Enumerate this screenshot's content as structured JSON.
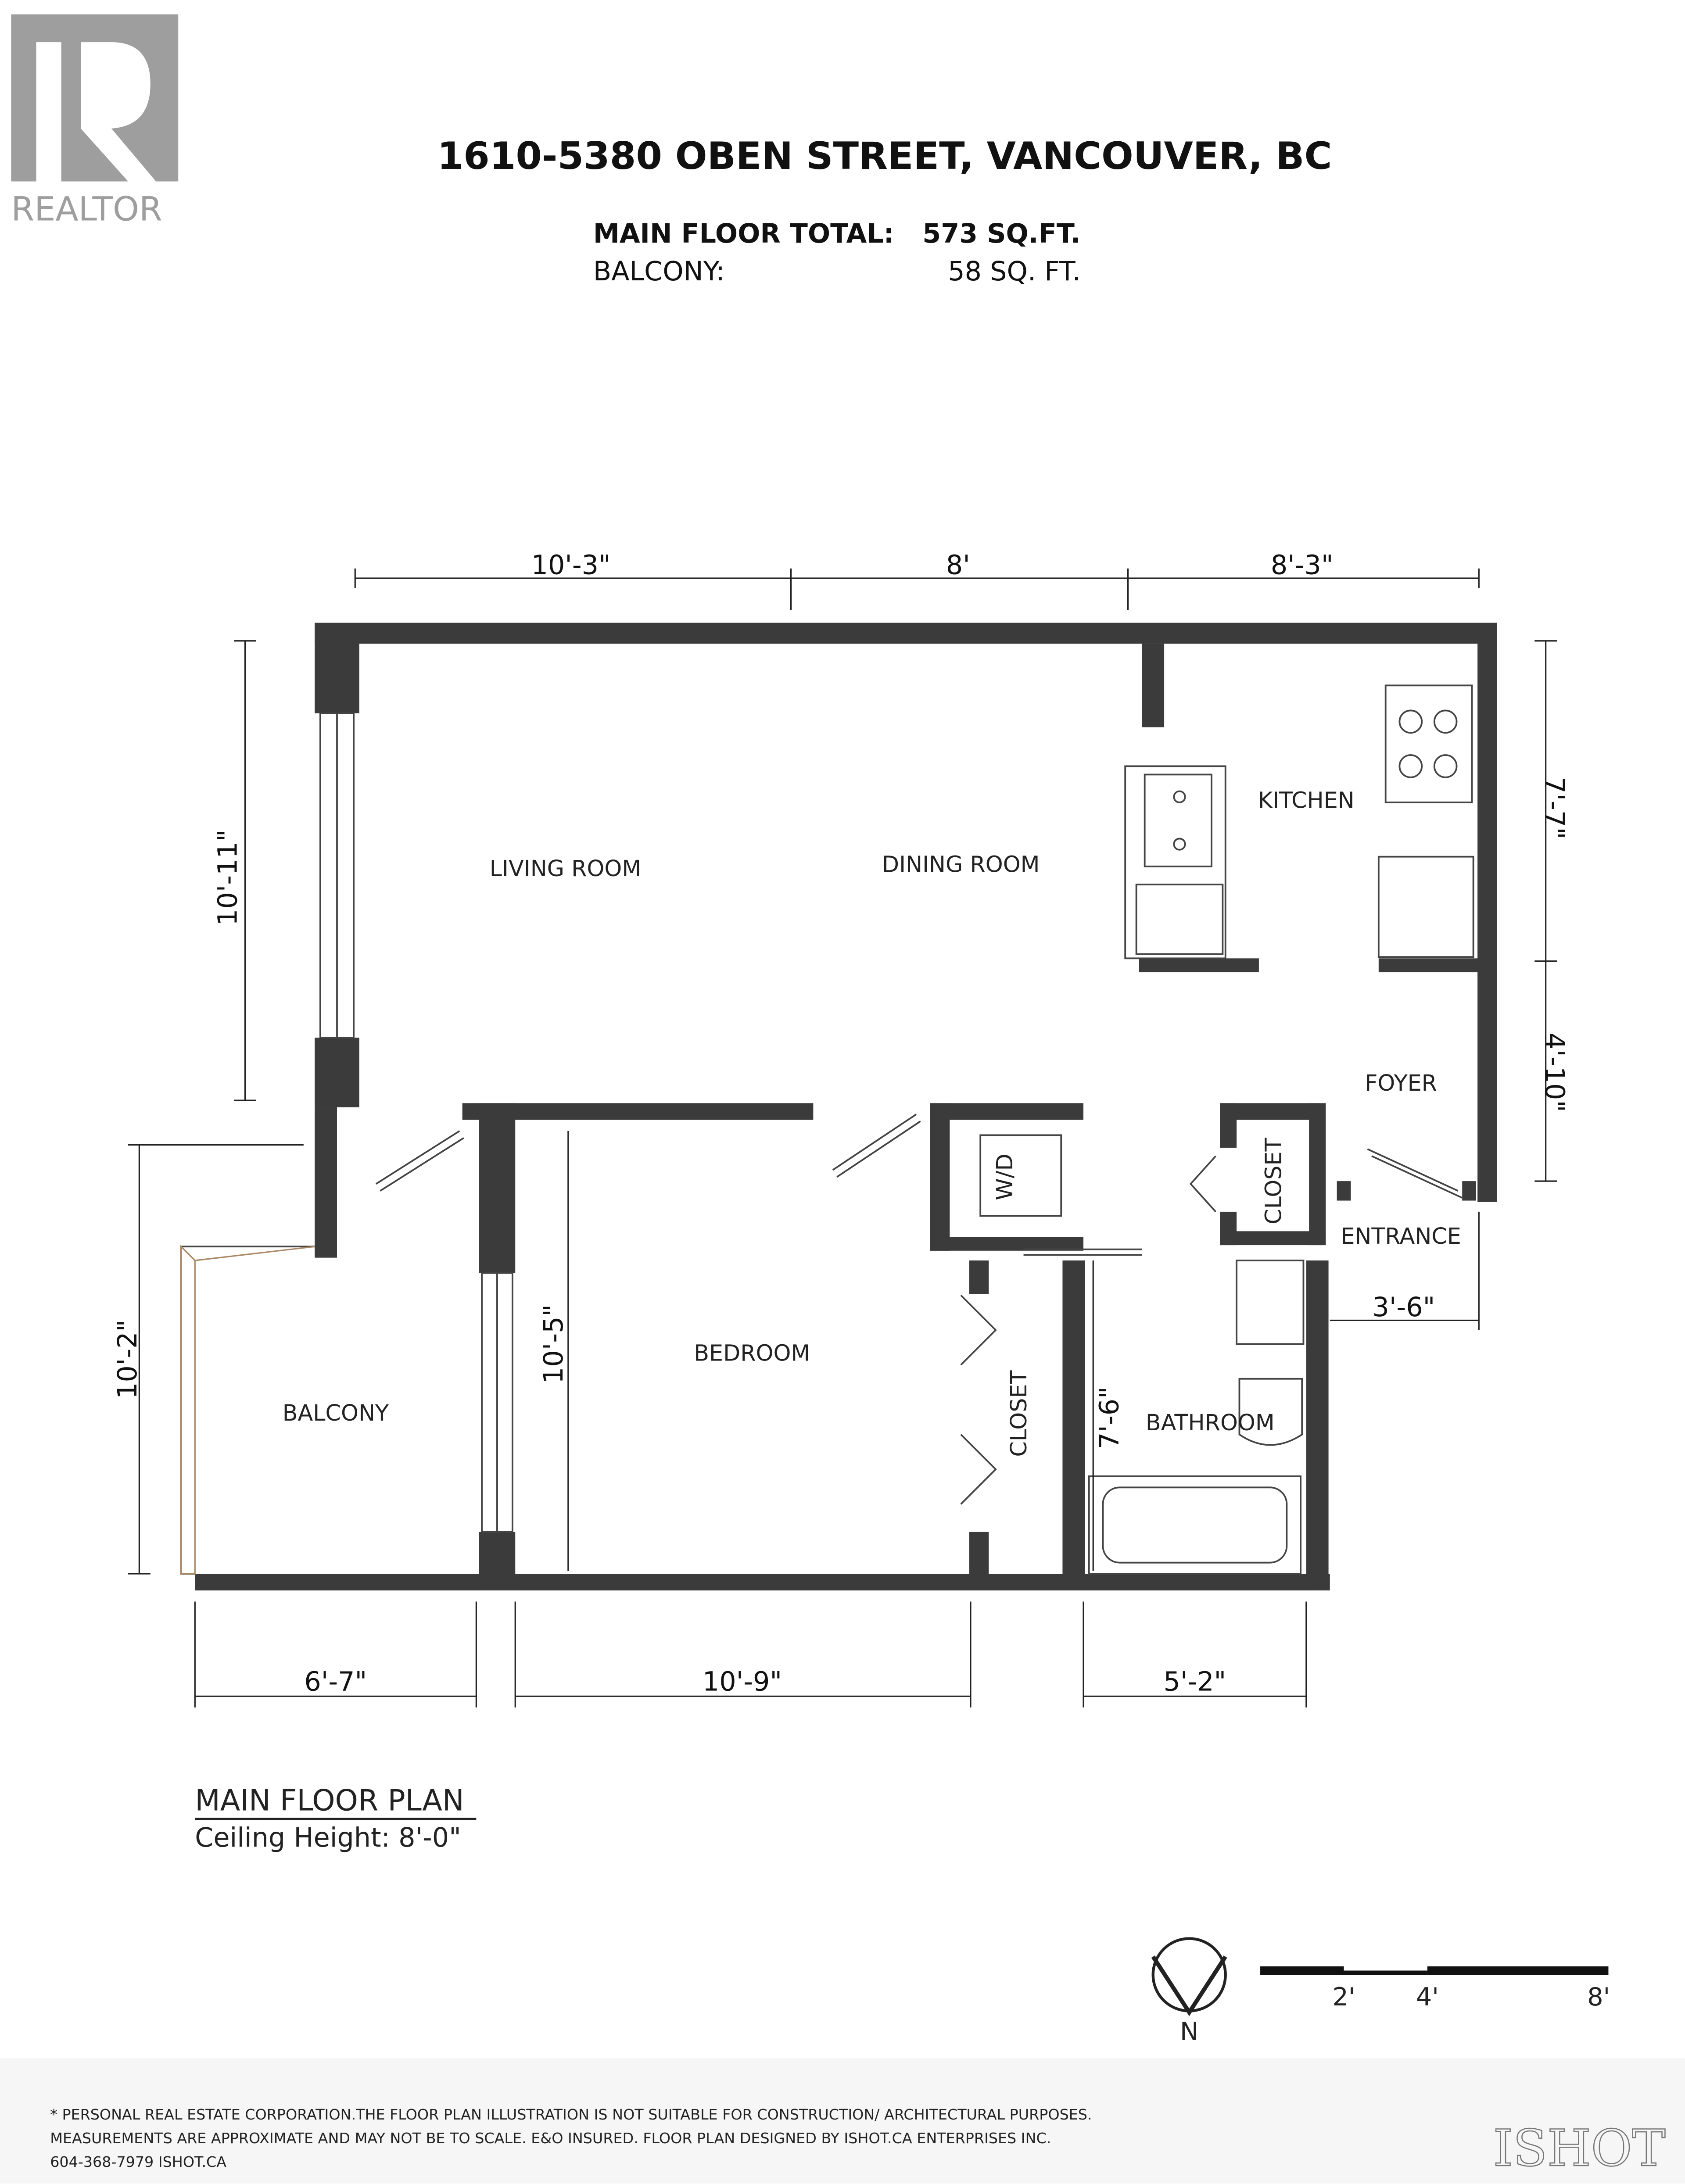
{
  "logo": {
    "brand": "REALTOR",
    "mark": "R",
    "color": "#9e9e9e"
  },
  "header": {
    "address": "1610-5380 OBEN STREET, VANCOUVER, BC",
    "rows": [
      {
        "label": "MAIN FLOOR TOTAL:",
        "value": "573 SQ.FT."
      },
      {
        "label": "BALCONY:",
        "value": "58 SQ. FT."
      }
    ]
  },
  "rooms": {
    "living": "LIVING ROOM",
    "dining": "DINING ROOM",
    "kitchen": "KITCHEN",
    "foyer": "FOYER",
    "entrance": "ENTRANCE",
    "closet_entry": "CLOSET",
    "wd": "W/D",
    "bedroom": "BEDROOM",
    "closet_bed": "CLOSET",
    "bathroom": "BATHROOM",
    "balcony": "BALCONY"
  },
  "dimensions": {
    "top_living": "10'-3\"",
    "top_dining": "8'",
    "top_kitchen": "8'-3\"",
    "left_living": "10'-11\"",
    "right_kitchen": "7'-7\"",
    "right_foyer": "4'-10\"",
    "entrance_width": "3'-6\"",
    "left_balcony": "10'-2\"",
    "bedroom_height": "10'-5\"",
    "bathroom_height": "7'-6\"",
    "bottom_balcony": "6'-7\"",
    "bottom_bedroom": "10'-9\"",
    "bottom_bathroom": "5'-2\""
  },
  "plan_caption": {
    "title": "MAIN FLOOR PLAN",
    "ceiling": "Ceiling Height: 8'-0\""
  },
  "north_arrow": {
    "label": "N"
  },
  "scale_bar": {
    "ticks": [
      "2'",
      "4'",
      "8'"
    ]
  },
  "footer": {
    "lines": [
      "* PERSONAL REAL ESTATE CORPORATION.THE FLOOR PLAN ILLUSTRATION IS NOT SUITABLE FOR CONSTRUCTION/ ARCHITECTURAL PURPOSES.",
      "MEASUREMENTS ARE APPROXIMATE AND MAY NOT BE TO SCALE. E&O INSURED. FLOOR PLAN DESIGNED BY ISHOT.CA ENTERPRISES INC.",
      "604-368-7979  ISHOT.CA"
    ],
    "brand": "ISHOT",
    "background": "#f6f6f6"
  }
}
